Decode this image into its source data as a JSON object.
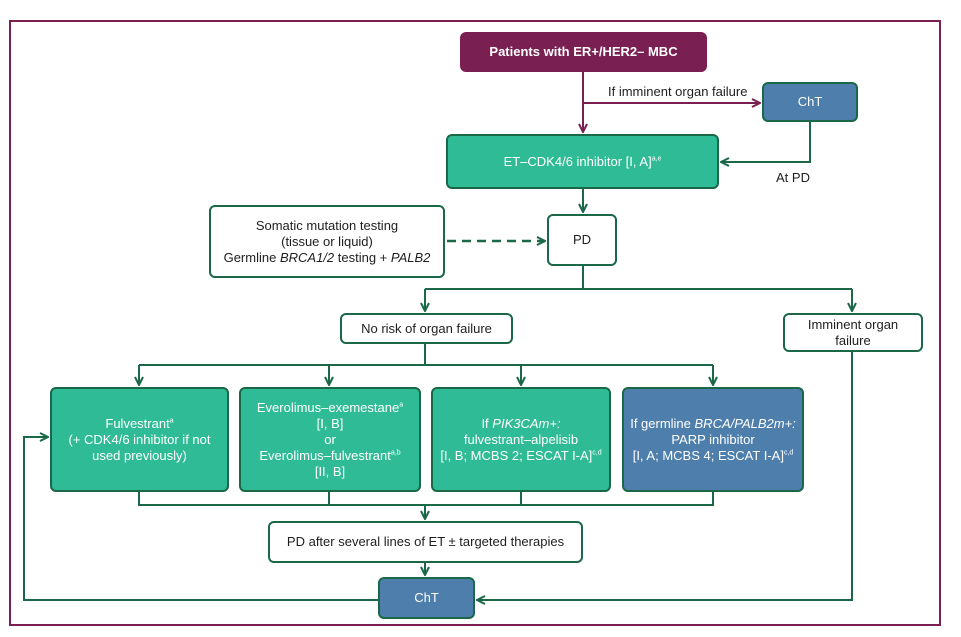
{
  "colors": {
    "frame": "#7a1f52",
    "connector_green": "#1a6847",
    "connector_plum": "#7a1f52",
    "box_teal": "#2fbb95",
    "box_blue": "#4e7fac"
  },
  "nodes": {
    "start": {
      "text": "Patients with ER+/HER2– MBC"
    },
    "cht_top": {
      "text": "ChT"
    },
    "first_line": {
      "text": "ET–CDK4/6 inhibitor [I, A]",
      "sup": "a,e"
    },
    "testing": {
      "line1": "Somatic mutation testing",
      "line2": "(tissue or liquid)",
      "line3_pre": "Germline ",
      "line3_em1": "BRCA1/2",
      "line3_mid": " testing + ",
      "line3_em2": "PALB2"
    },
    "pd": {
      "text": "PD"
    },
    "no_risk": {
      "text": "No risk of organ failure"
    },
    "imminent": {
      "text": "Imminent organ failure"
    },
    "fulvestrant": {
      "line1": "Fulvestrant",
      "line1_sup": "a",
      "line2": "(+ CDK4/6 inhibitor if not",
      "line3": "used previously)"
    },
    "everolimus": {
      "line1": "Everolimus–exemestane",
      "line1_sup": "a",
      "line2": "[I, B]",
      "line3": "or",
      "line4": "Everolimus–fulvestrant",
      "line4_sup": "a,b",
      "line5": "[II, B]"
    },
    "pik3ca": {
      "line1_pre": "If ",
      "line1_em": "PIK3CAm+:",
      "line2": "fulvestrant–alpelisib",
      "line3": "[I, B; MCBS 2; ESCAT I-A]",
      "line3_sup": "c,d"
    },
    "parp": {
      "line1_pre": "If germline ",
      "line1_em": "BRCA/PALB2m+:",
      "line2": "PARP inhibitor",
      "line3": "[I, A; MCBS 4; ESCAT I-A]",
      "line3_sup": "c,d"
    },
    "pd_after": {
      "text": "PD after several lines of ET ± targeted therapies"
    },
    "cht_bottom": {
      "text": "ChT"
    }
  },
  "edge_labels": {
    "imminent_top": "If imminent organ failure",
    "at_pd": "At PD"
  }
}
